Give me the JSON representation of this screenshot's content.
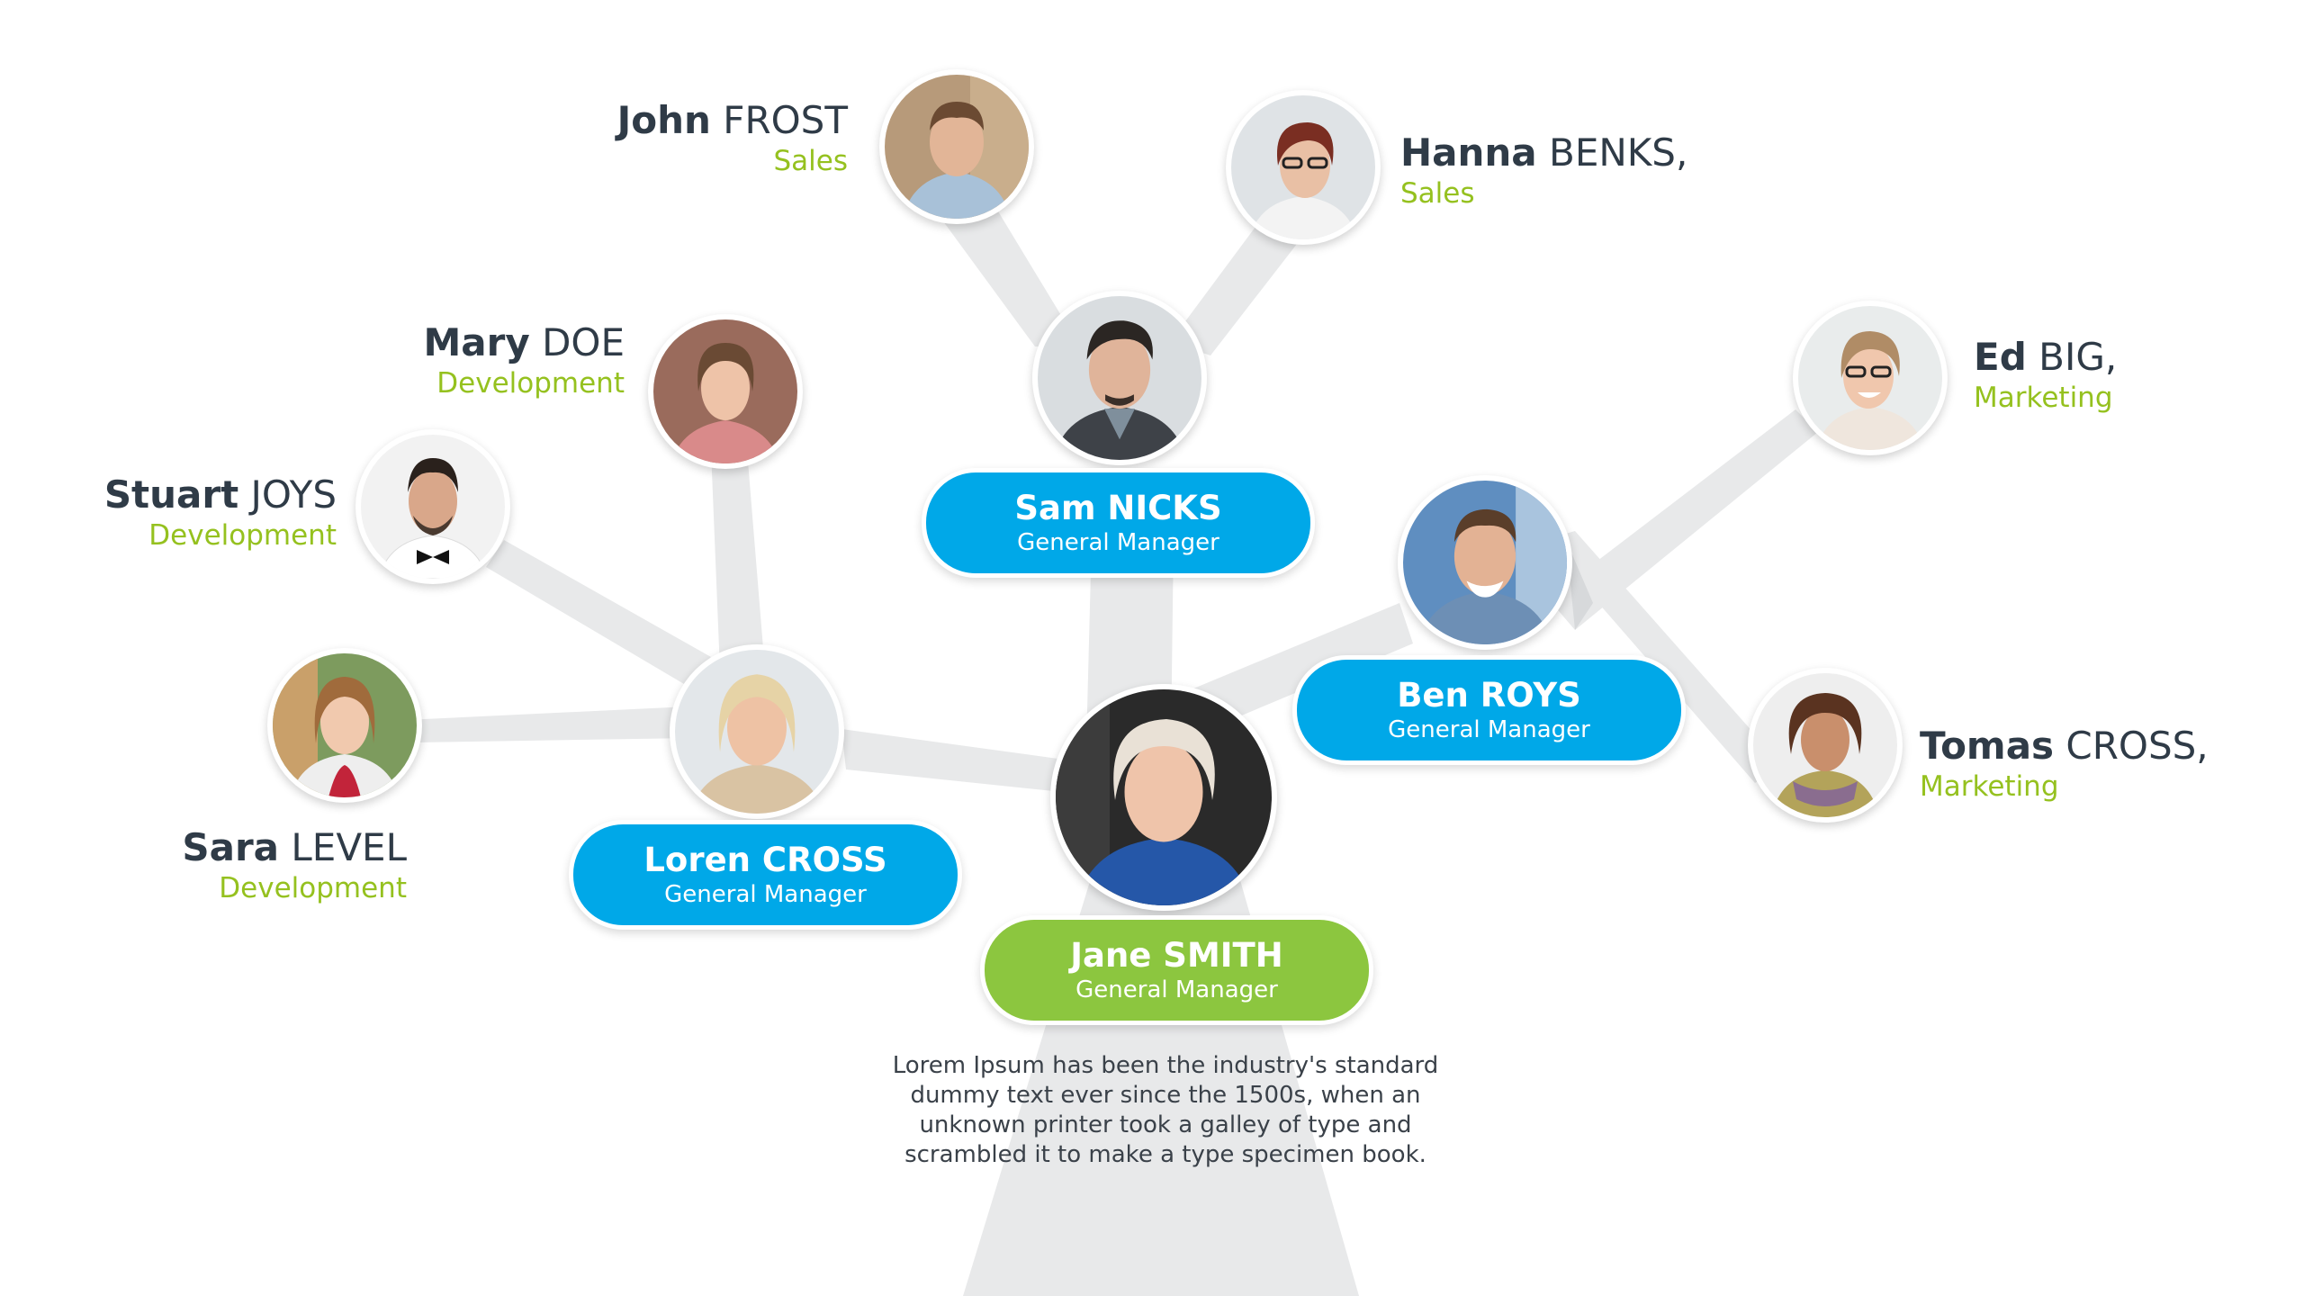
{
  "colors": {
    "manager_pill": "#00a8e8",
    "root_pill": "#8cc63f",
    "branch": "#e8e9ea",
    "department_text": "#95c11f",
    "name_text": "#2f3b47"
  },
  "root": {
    "first": "Jane",
    "last": "SMITH",
    "role": "General Manager"
  },
  "managers": [
    {
      "first": "Sam",
      "last": "NICKS",
      "role": "General Manager"
    },
    {
      "first": "Ben",
      "last": "ROYS",
      "role": "General Manager"
    },
    {
      "first": "Loren",
      "last": "CROSS",
      "role": "General Manager"
    }
  ],
  "members": [
    {
      "first": "John",
      "last": "FROST",
      "department": "Sales"
    },
    {
      "first": "Hanna",
      "last": "BENKS,",
      "department": "Sales"
    },
    {
      "first": "Mary",
      "last": "DOE",
      "department": "Development"
    },
    {
      "first": "Stuart",
      "last": "JOYS",
      "department": "Development"
    },
    {
      "first": "Sara",
      "last": "LEVEL",
      "department": "Development"
    },
    {
      "first": "Ed",
      "last": "BIG,",
      "department": "Marketing"
    },
    {
      "first": "Tomas",
      "last": "CROSS,",
      "department": "Marketing"
    }
  ],
  "description": "Lorem Ipsum has been the industry's standard dummy text ever since the 1500s, when an unknown printer took a galley of type and scrambled it to make a type specimen book."
}
